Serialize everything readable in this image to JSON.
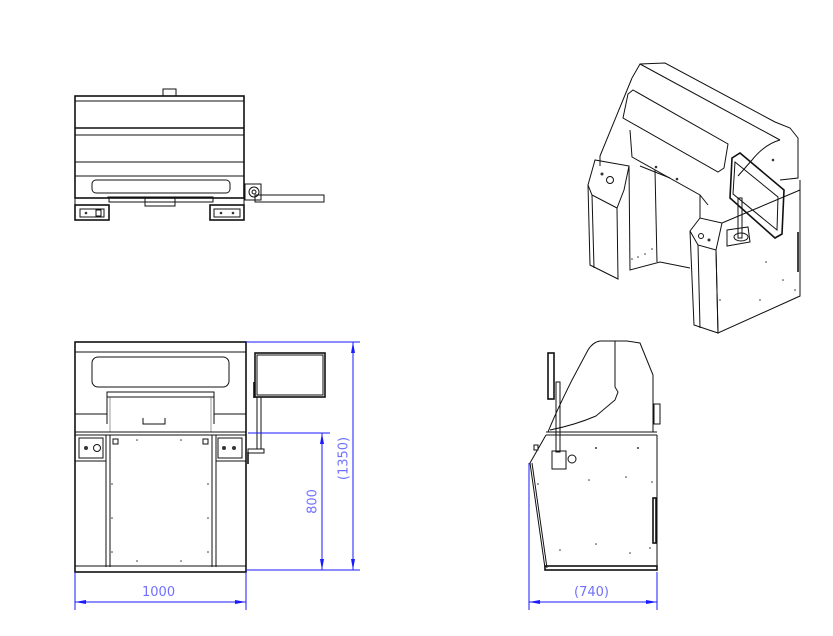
{
  "drawing": {
    "views": [
      "top-view",
      "isometric-view",
      "front-view",
      "side-view"
    ],
    "line_color": "#111111",
    "dimension_color": "#1a1aff",
    "dimension_text_color": "#7070ff"
  },
  "dimensions": {
    "front_width": "1000",
    "front_height_to_counter": "800",
    "front_total_height": "(1350)",
    "side_depth": "(740)"
  }
}
